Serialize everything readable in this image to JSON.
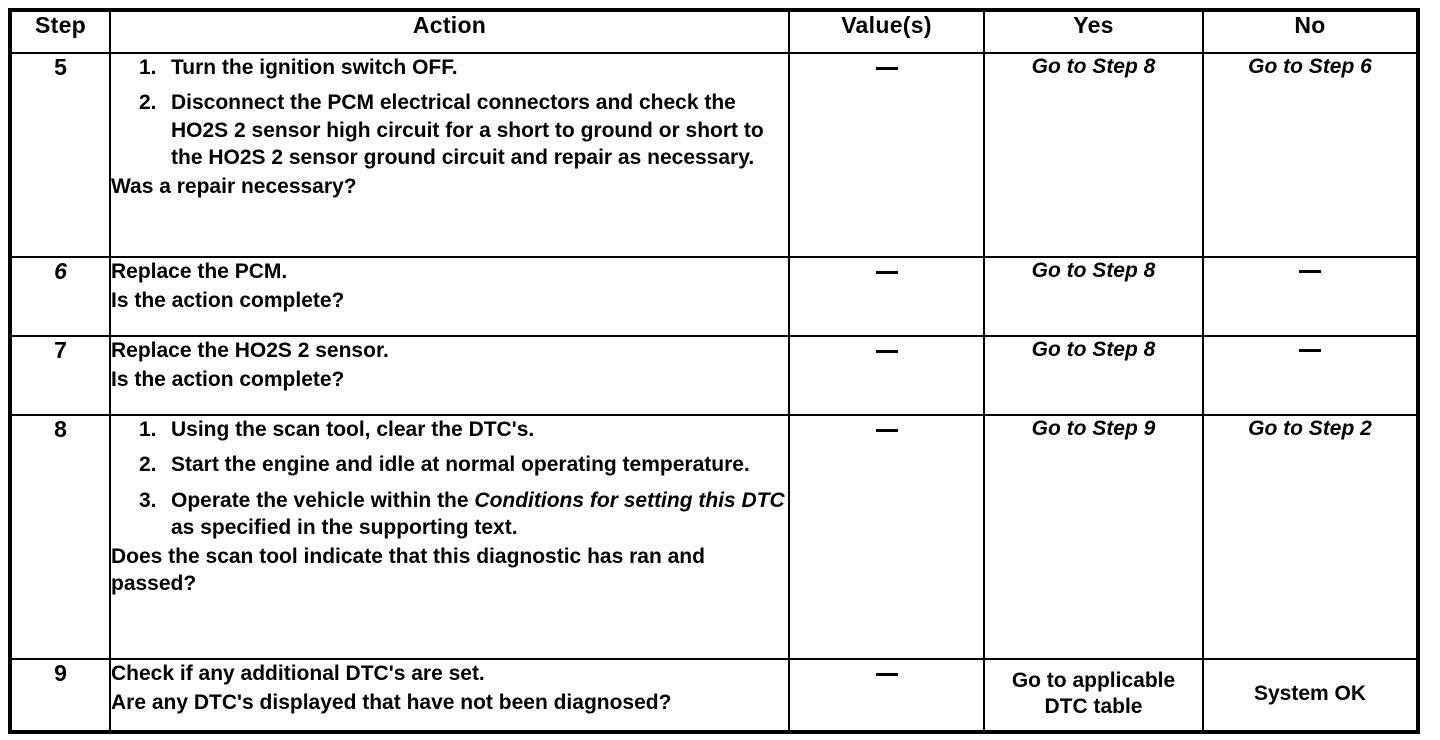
{
  "table": {
    "headers": {
      "step": "Step",
      "action": "Action",
      "value": "Value(s)",
      "yes": "Yes",
      "no": "No"
    },
    "rows": [
      {
        "step": "5",
        "numbered_items": [
          {
            "num": "1.",
            "text": "Turn the ignition switch OFF."
          },
          {
            "num": "2.",
            "text": "Disconnect the PCM electrical connectors and check the HO2S 2 sensor high circuit for a short to ground or short to the HO2S 2 sensor ground circuit and repair as necessary."
          }
        ],
        "question": "Was a repair necessary?",
        "value": "—",
        "yes": "Go to Step 8",
        "no": "Go to Step 6"
      },
      {
        "step": "6",
        "numbered_items": [],
        "statement": "Replace the PCM.",
        "question": "Is the action complete?",
        "value": "—",
        "yes": "Go to Step 8",
        "no": "—"
      },
      {
        "step": "7",
        "numbered_items": [],
        "statement": "Replace the HO2S 2 sensor.",
        "question": "Is the action complete?",
        "value": "—",
        "yes": "Go to Step 8",
        "no": "—"
      },
      {
        "step": "8",
        "numbered_items": [
          {
            "num": "1.",
            "text": "Using the scan tool, clear the DTC's."
          },
          {
            "num": "2.",
            "text": "Start the engine and idle at normal operating temperature."
          },
          {
            "num": "3.",
            "text_before": "Operate the vehicle within the ",
            "text_italic": "Conditions for setting this DTC",
            "text_after": " as specified in the supporting text."
          }
        ],
        "question": "Does the scan tool indicate that this diagnostic has ran and passed?",
        "value": "—",
        "yes": "Go to Step 9",
        "no": "Go to Step 2"
      },
      {
        "step": "9",
        "numbered_items": [],
        "statement": "Check if any additional DTC's are set.",
        "question": "Are any DTC's displayed that have not been diagnosed?",
        "value": "—",
        "yes_line1": "Go to applicable",
        "yes_line2": "DTC table",
        "no": "System OK"
      }
    ]
  }
}
